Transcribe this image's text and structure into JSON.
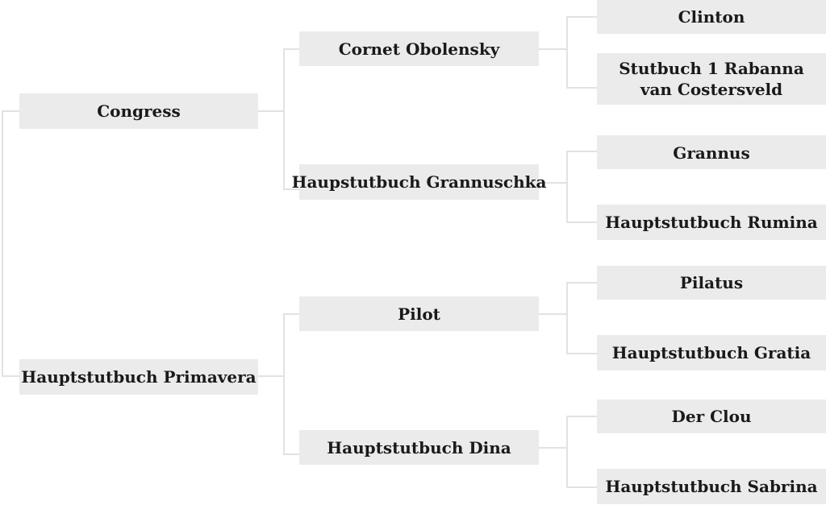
{
  "pedigree": {
    "gen1": [
      {
        "name": "Congress"
      },
      {
        "name": "Hauptstutbuch Primavera"
      }
    ],
    "gen2": [
      {
        "name": "Cornet Obolensky"
      },
      {
        "name": "Haupstutbuch Grannuschka"
      },
      {
        "name": "Pilot"
      },
      {
        "name": "Hauptstutbuch Dina"
      }
    ],
    "gen3": [
      {
        "name": "Clinton"
      },
      {
        "name": "Stutbuch 1 Rabanna van Costersveld"
      },
      {
        "name": "Grannus"
      },
      {
        "name": "Hauptstutbuch Rumina"
      },
      {
        "name": "Pilatus"
      },
      {
        "name": "Hauptstutbuch Gratia"
      },
      {
        "name": "Der Clou"
      },
      {
        "name": "Hauptstutbuch Sabrina"
      }
    ]
  }
}
